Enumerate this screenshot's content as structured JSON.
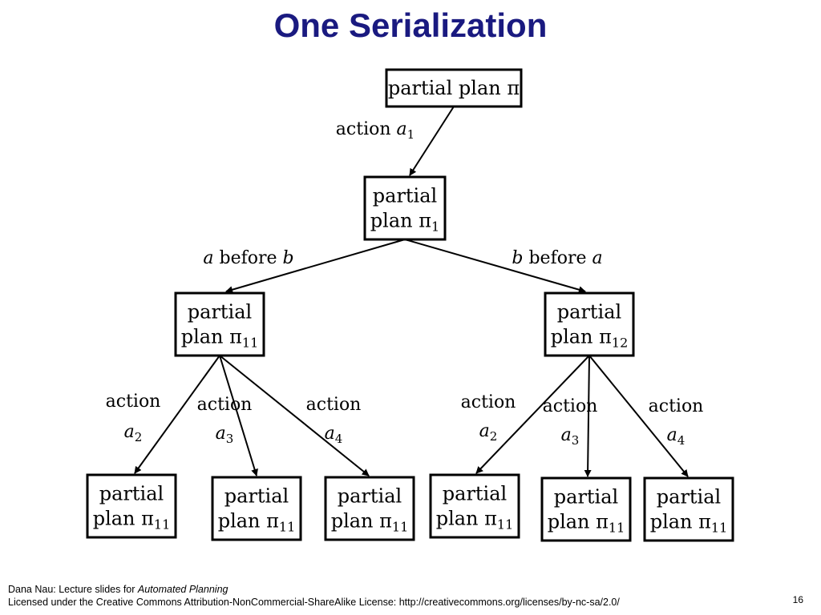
{
  "slide": {
    "title": "One Serialization",
    "page_number": "16"
  },
  "footer": {
    "line1_prefix": "Dana Nau: Lecture slides for ",
    "line1_book": "Automated Planning",
    "line2": "Licensed under the Creative Commons Attribution-NonCommercial-ShareAlike License: http://creativecommons.org/licenses/by-nc-sa/2.0/"
  },
  "diagram": {
    "nodes": [
      {
        "id": "root",
        "lines": [
          [
            {
              "t": "partial plan π"
            }
          ]
        ]
      },
      {
        "id": "p1",
        "lines": [
          [
            {
              "t": "partial"
            }
          ],
          [
            {
              "t": "plan π"
            },
            {
              "t": "1",
              "sub": true
            }
          ]
        ]
      },
      {
        "id": "p11",
        "lines": [
          [
            {
              "t": "partial"
            }
          ],
          [
            {
              "t": "plan π"
            },
            {
              "t": "11",
              "sub": true
            }
          ]
        ]
      },
      {
        "id": "p12",
        "lines": [
          [
            {
              "t": "partial"
            }
          ],
          [
            {
              "t": "plan π"
            },
            {
              "t": "12",
              "sub": true
            }
          ]
        ]
      },
      {
        "id": "l1",
        "lines": [
          [
            {
              "t": "partial"
            }
          ],
          [
            {
              "t": "plan π"
            },
            {
              "t": "11",
              "sub": true
            }
          ]
        ]
      },
      {
        "id": "l2",
        "lines": [
          [
            {
              "t": "partial"
            }
          ],
          [
            {
              "t": "plan π"
            },
            {
              "t": "11",
              "sub": true
            }
          ]
        ]
      },
      {
        "id": "l3",
        "lines": [
          [
            {
              "t": "partial"
            }
          ],
          [
            {
              "t": "plan π"
            },
            {
              "t": "11",
              "sub": true
            }
          ]
        ]
      },
      {
        "id": "l4",
        "lines": [
          [
            {
              "t": "partial"
            }
          ],
          [
            {
              "t": "plan π"
            },
            {
              "t": "11",
              "sub": true
            }
          ]
        ]
      },
      {
        "id": "l5",
        "lines": [
          [
            {
              "t": "partial"
            }
          ],
          [
            {
              "t": "plan π"
            },
            {
              "t": "11",
              "sub": true
            }
          ]
        ]
      },
      {
        "id": "l6",
        "lines": [
          [
            {
              "t": "partial"
            }
          ],
          [
            {
              "t": "plan π"
            },
            {
              "t": "11",
              "sub": true
            }
          ]
        ]
      }
    ],
    "edges": [
      {
        "id": "e-root-p1",
        "from": "root",
        "to": "p1",
        "lines": [
          [
            {
              "t": "action "
            },
            {
              "t": "a",
              "it": true
            },
            {
              "t": "1",
              "sub": true
            }
          ]
        ]
      },
      {
        "id": "e-p1-p11",
        "from": "p1",
        "to": "p11",
        "lines": [
          [
            {
              "t": "a",
              "it": true
            },
            {
              "t": " before "
            },
            {
              "t": "b",
              "it": true
            }
          ]
        ]
      },
      {
        "id": "e-p1-p12",
        "from": "p1",
        "to": "p12",
        "lines": [
          [
            {
              "t": "b",
              "it": true
            },
            {
              "t": " before "
            },
            {
              "t": "a",
              "it": true
            }
          ]
        ]
      },
      {
        "id": "e-p11-l1",
        "from": "p11",
        "to": "l1",
        "lines": [
          [
            {
              "t": "action"
            }
          ],
          [
            {
              "t": "a",
              "it": true
            },
            {
              "t": "2",
              "sub": true
            }
          ]
        ]
      },
      {
        "id": "e-p11-l2",
        "from": "p11",
        "to": "l2",
        "lines": [
          [
            {
              "t": "action"
            }
          ],
          [
            {
              "t": "a",
              "it": true
            },
            {
              "t": "3",
              "sub": true
            }
          ]
        ]
      },
      {
        "id": "e-p11-l3",
        "from": "p11",
        "to": "l3",
        "lines": [
          [
            {
              "t": "action"
            }
          ],
          [
            {
              "t": "a",
              "it": true
            },
            {
              "t": "4",
              "sub": true
            }
          ]
        ]
      },
      {
        "id": "e-p12-l4",
        "from": "p12",
        "to": "l4",
        "lines": [
          [
            {
              "t": "action"
            }
          ],
          [
            {
              "t": "a",
              "it": true
            },
            {
              "t": "2",
              "sub": true
            }
          ]
        ]
      },
      {
        "id": "e-p12-l5",
        "from": "p12",
        "to": "l5",
        "lines": [
          [
            {
              "t": "action"
            }
          ],
          [
            {
              "t": "a",
              "it": true
            },
            {
              "t": "3",
              "sub": true
            }
          ]
        ]
      },
      {
        "id": "e-p12-l6",
        "from": "p12",
        "to": "l6",
        "lines": [
          [
            {
              "t": "action"
            }
          ],
          [
            {
              "t": "a",
              "it": true
            },
            {
              "t": "4",
              "sub": true
            }
          ]
        ]
      }
    ]
  }
}
